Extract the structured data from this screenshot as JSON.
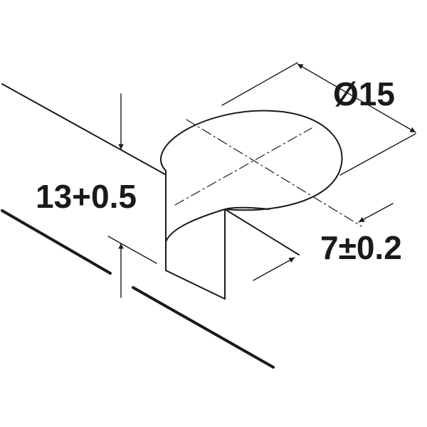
{
  "dimensions": {
    "diameter": "Ø15",
    "depth": "13+0.5",
    "offset": "7±0.2"
  },
  "colors": {
    "line": "#1a1a1a",
    "background": "#ffffff"
  }
}
